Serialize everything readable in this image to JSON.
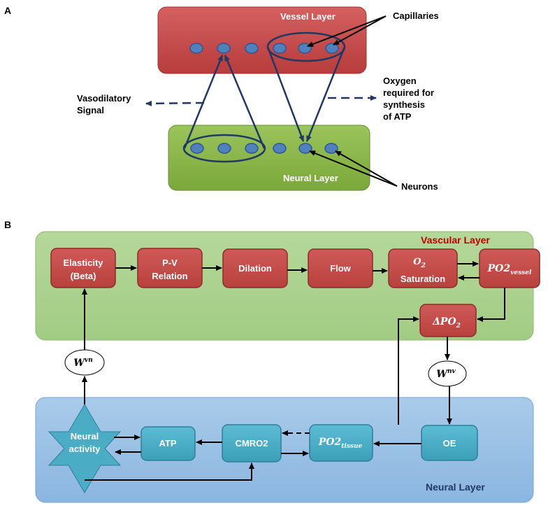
{
  "panel_a": {
    "label": "A",
    "vessel_layer": "Vessel Layer",
    "neural_layer": "Neural Layer",
    "capillaries": "Capillaries",
    "neurons": "Neurons",
    "vasodilatory_line1": "Vasodilatory",
    "vasodilatory_line2": "Signal",
    "oxygen_line1": "Oxygen",
    "oxygen_line2": "required for",
    "oxygen_line3": "synthesis",
    "oxygen_line4": "of ATP"
  },
  "panel_b": {
    "label": "B",
    "vascular_layer": "Vascular Layer",
    "neural_layer": "Neural Layer",
    "elasticity_line1": "Elasticity",
    "elasticity_line2": "(Beta)",
    "pv_line1": "P-V",
    "pv_line2": "Relation",
    "dilation": "Dilation",
    "flow": "Flow",
    "o2_base": "O",
    "o2_sub": "2",
    "saturation": "Saturation",
    "po2_vessel_base": "PO",
    "po2_vessel_num": "2",
    "po2_vessel_sub": "vessel",
    "delta_po2_base": "ΔPO",
    "delta_po2_sub": "2",
    "wvn_base": "W",
    "wvn_sup": "vn",
    "wnv_base": "W",
    "wnv_sup": "nv",
    "neural_activity_line1": "Neural",
    "neural_activity_line2": "activity",
    "atp": "ATP",
    "cmro2": "CMRO2",
    "po2_tissue_base": "PO",
    "po2_tissue_num": "2",
    "po2_tissue_sub": "tissue",
    "oe": "OE"
  },
  "colors": {
    "vessel_fill": "#c84b4b",
    "neural_fill": "#8db84a",
    "red_box": "#c0504d",
    "teal_box": "#4bacc6",
    "vascular_panel": "#a9d18e",
    "neural_panel": "#9dc3e6",
    "dot": "#4f81bd",
    "dark_blue": "#1f3864",
    "vascular_title": "#c00000",
    "neural_title": "#1f3864"
  }
}
